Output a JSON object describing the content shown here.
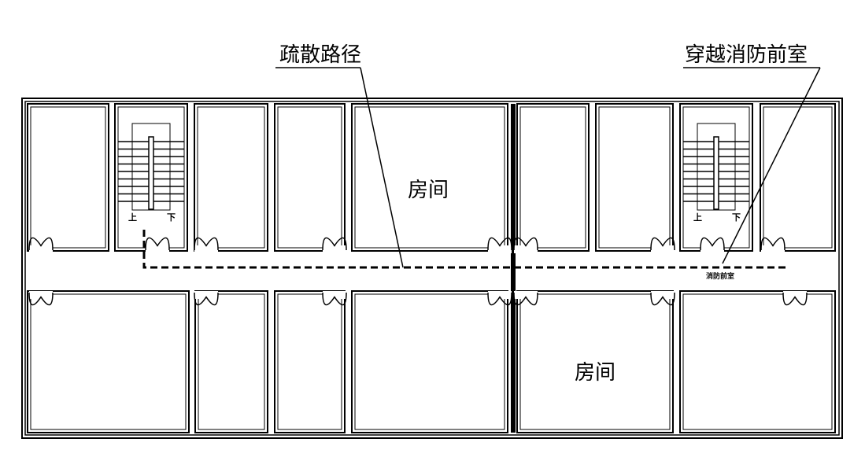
{
  "labels": {
    "evacuation_route": "疏散路径",
    "through_antechamber": "穿越消防前室",
    "room_top": "房间",
    "room_bottom": "房间",
    "antechamber": "消防前室",
    "stair_left_up": "上",
    "stair_left_down": "下",
    "stair_right_up": "上",
    "stair_right_down": "下"
  },
  "colors": {
    "line": "#000000",
    "background": "#ffffff"
  }
}
